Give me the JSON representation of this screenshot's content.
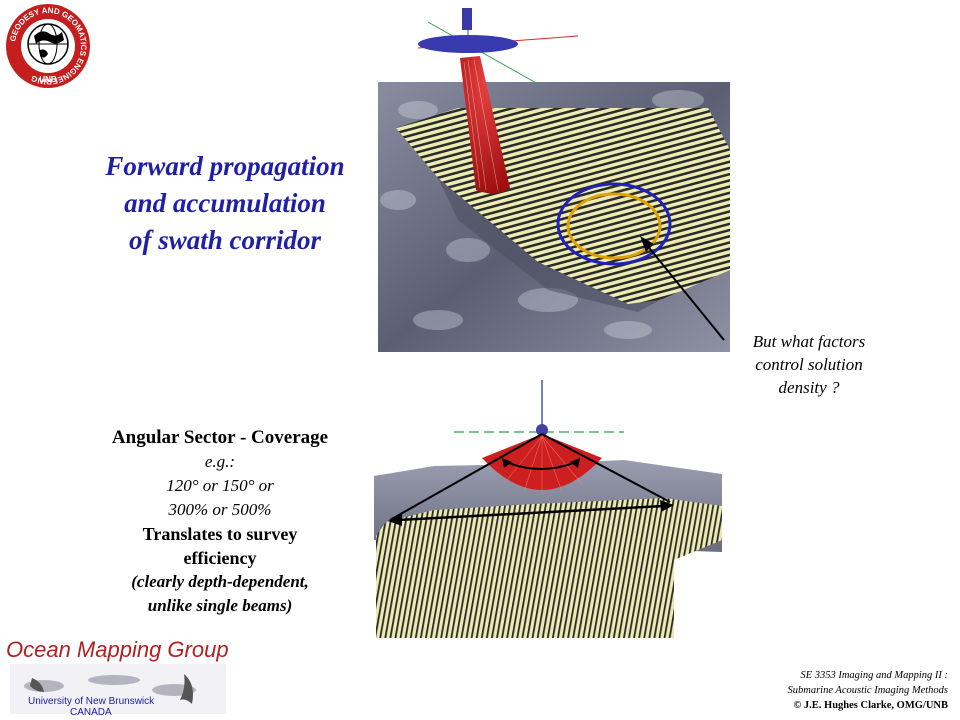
{
  "logo": {
    "ring_text": "GEODESY AND GEOMATICS ENGINEERING",
    "center_text": "UNB"
  },
  "title": {
    "line1": "Forward propagation",
    "line2": "and accumulation",
    "line3": "of swath corridor"
  },
  "question": {
    "line1": "But what factors",
    "line2": "control solution",
    "line3": "density ?"
  },
  "sector": {
    "heading": "Angular Sector - Coverage",
    "eg": "e.g.:",
    "angles": "120° or 150° or",
    "percents": "300% or 500%",
    "translates1": "Translates to survey",
    "translates2": "efficiency",
    "note1": "(clearly depth-dependent,",
    "note2": "unlike single beams)"
  },
  "footer": {
    "group_name": "Ocean Mapping Group",
    "university": "University of New Brunswick",
    "country": "CANADA",
    "course_line1": "SE 3353 Imaging and Mapping II :",
    "course_line2": "Submarine Acoustic Imaging Methods",
    "copyright": "© J.E. Hughes Clarke, OMG/UNB"
  },
  "colors": {
    "title_blue": "#1f1fa8",
    "beam_red": "#cc2020",
    "swath_yellow": "#e8e6a8",
    "seafloor_gray": "#6e7184",
    "ellipse_blue": "#2020c0",
    "ellipse_orange": "#e0a000",
    "omg_red": "#b22020"
  }
}
